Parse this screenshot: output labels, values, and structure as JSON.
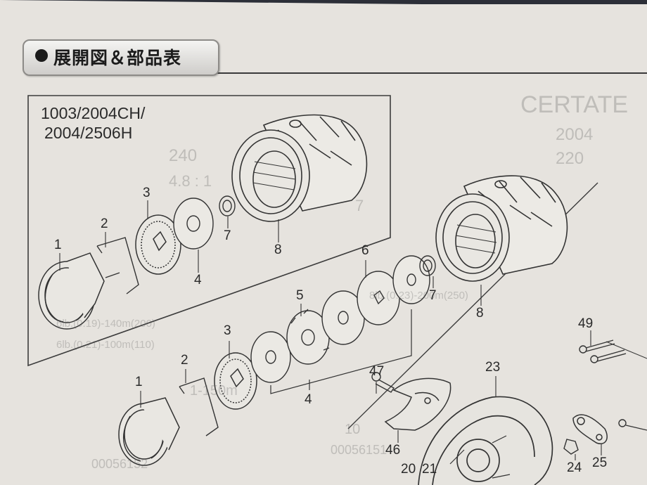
{
  "header": {
    "title": "展開図＆部品表"
  },
  "inset": {
    "models": [
      "1003/2004CH/",
      "2004/2506H"
    ]
  },
  "background_text": {
    "brand": "CERTATE",
    "values": [
      "2004",
      "220",
      "240",
      "4.8 : 1",
      "7",
      "8lb.(0.23)-200m(250)",
      "6lb.(0.19)-140m(200)",
      "6lb.(0.21)-100m(110)",
      "1-150m",
      "10",
      "00056151",
      "00056152"
    ]
  },
  "labels": {
    "1": "1",
    "2": "2",
    "3": "3",
    "4": "4",
    "7": "7",
    "8": "8",
    "b1": "1",
    "b2": "2",
    "b3": "3",
    "b4": "4",
    "b5": "5",
    "b6": "6",
    "b7": "7",
    "b8": "8",
    "n20": "20",
    "n21": "21",
    "n23": "23",
    "n24": "24",
    "n25": "25",
    "n46": "46",
    "n47": "47",
    "n49": "49"
  }
}
